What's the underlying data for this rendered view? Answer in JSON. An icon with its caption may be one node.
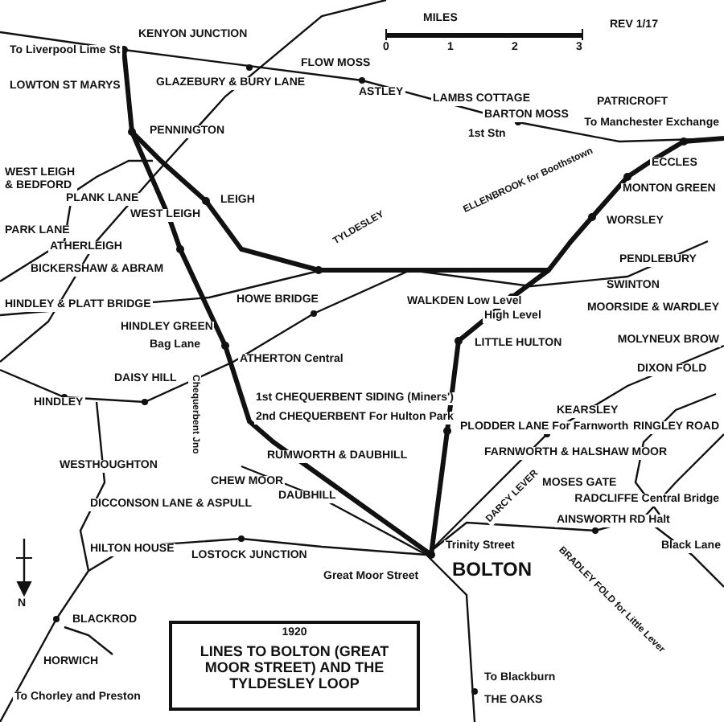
{
  "diagram": {
    "title": "LINES TO BOLTON (GREAT MOOR STREET) AND THE TYLDESLEY LOOP",
    "labels": [
      "MILES",
      "0",
      "1",
      "2",
      "3",
      "REV 1/17",
      "KENYON JUNCTION",
      "To Liverpool Lime St",
      "LOWTON ST MARYS",
      "GLAZEBURY & BURY LANE",
      "FLOW MOSS",
      "ASTLEY",
      "LAMBS COTTAGE",
      "BARTON MOSS",
      "1st Stn",
      "PATRICROFT",
      "To Manchester Exchange",
      "ECCLES",
      "MONTON GREEN",
      "WORSLEY",
      "ELLENBROOK for Boothstown",
      "TYLDESLEY",
      "PENNINGTON",
      "LEIGH",
      "WEST LEIGH",
      "PLANK LANE",
      "WEST LEIGH & BEDFORD",
      "PARK LANE",
      "ATHERLEIGH",
      "BICKERSHAW & ABRAM",
      "HINDLEY & PLATT BRIDGE",
      "HINDLEY GREEN",
      "HOWE BRIDGE",
      "Bag Lane",
      "ATHERTON Central",
      "DAISY HILL",
      "HINDLEY",
      "WESTHOUGHTON",
      "Chequerbent Jno",
      "1st CHEQUERBENT SIDING (Miners')",
      "2nd CHEQUERBENT For Hulton Park",
      "RUMWORTH & DAUBHILL",
      "DAUBHILL",
      "CHEW MOOR",
      "DICCONSON LANE & ASPULL",
      "HILTON HOUSE",
      "LOSTOCK JUNCTION",
      "BLACKROD",
      "HORWICH",
      "To Chorley and Preston",
      "Great Moor Street",
      "BOLTON",
      "Trinity Street",
      "DARCY LEVER",
      "BRADLEY FOLD for Little Lever",
      "RADCLIFFE Central Bridge",
      "AINSWORTH RD Halt",
      "Black Lane",
      "RINGLEY ROAD",
      "DIXON FOLD",
      "MOLYNEUX BROW",
      "MOORSIDE & WARDLEY",
      "SWINTON",
      "PENDLEBURY",
      "KEARSLEY",
      "FARNWORTH & HALSHAW MOOR",
      "MOSES GATE",
      "PLODDER LANE For Farnworth",
      "LITTLE HULTON",
      "WALKDEN Low Level",
      "High Level",
      "THE OAKS",
      "To Blackburn",
      "1920",
      "N"
    ]
  }
}
